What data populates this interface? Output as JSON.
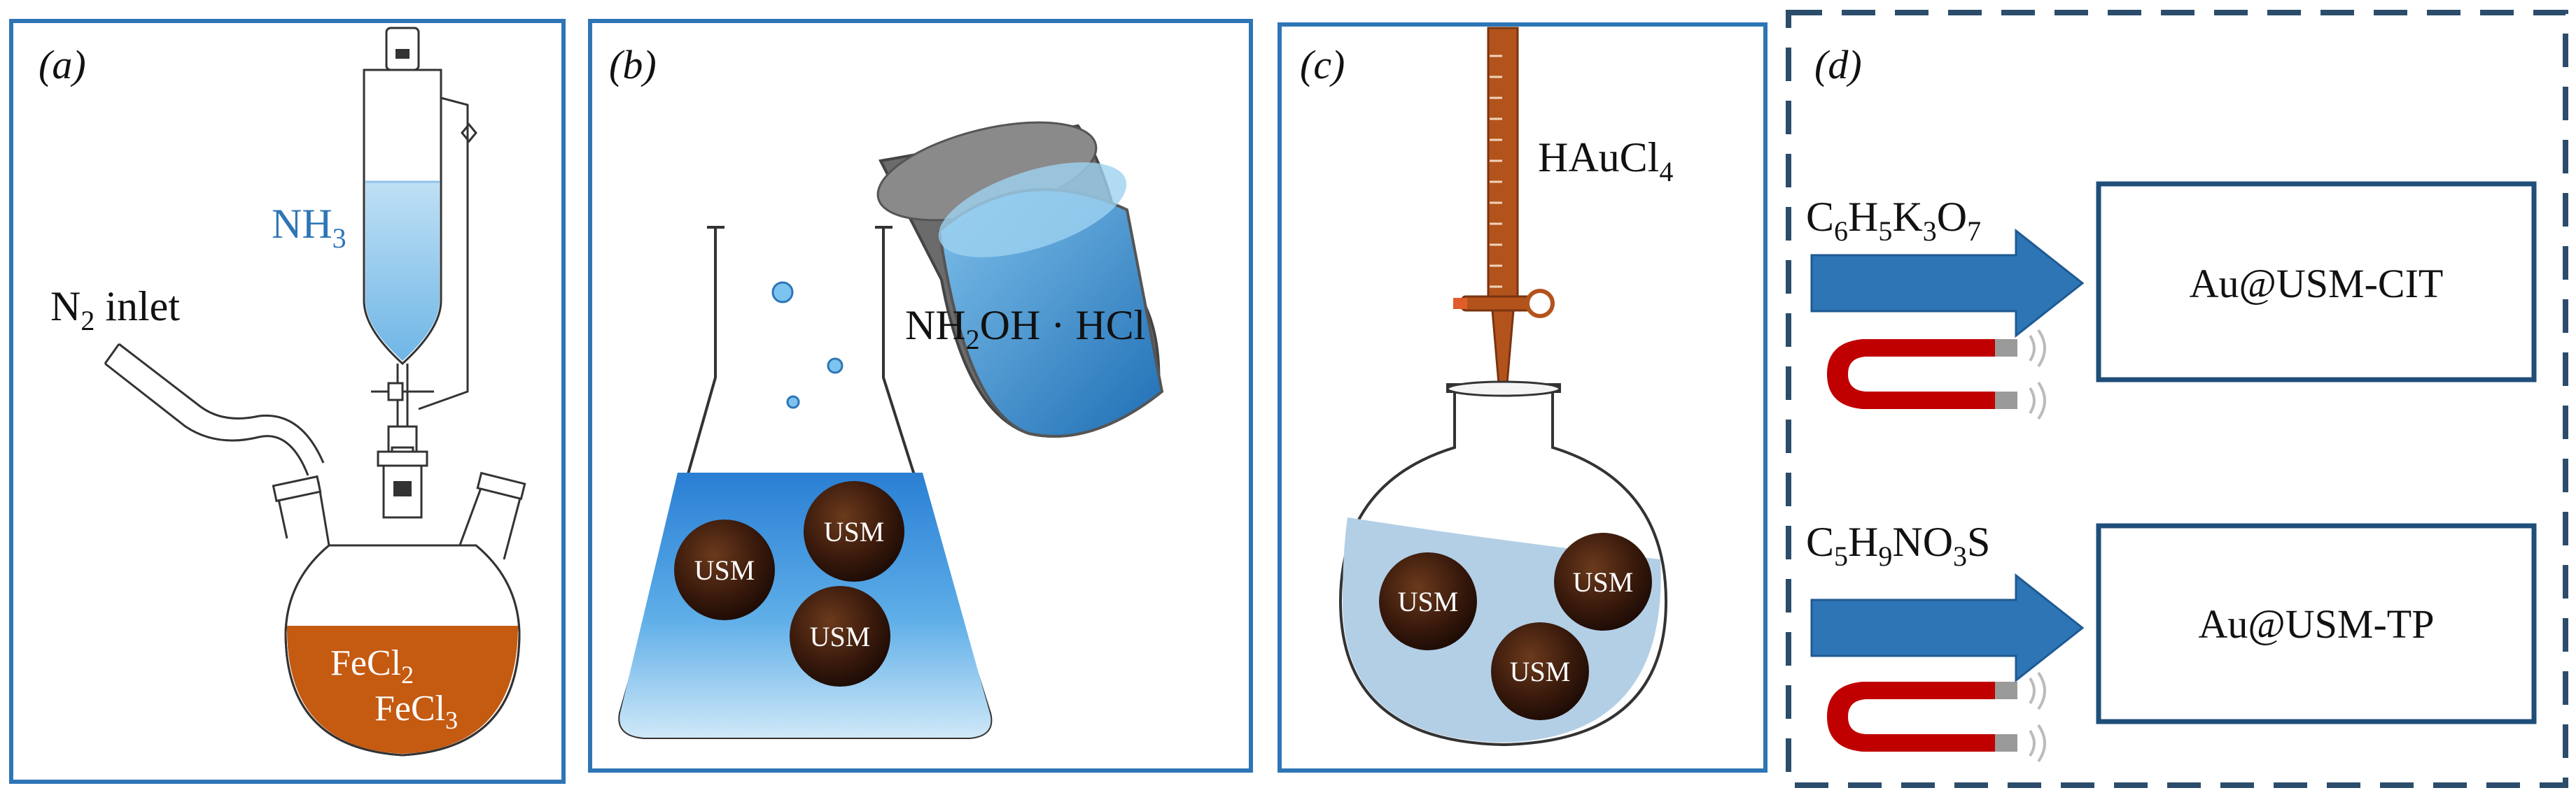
{
  "colors": {
    "panel_border": "#2e75b6",
    "dashed_border": "#2b4d6b",
    "arrow": "#2e75b6",
    "box_border": "#1f4e79",
    "ammonia_text": "#2e75b6",
    "iron_solution": "#c55a11",
    "blue_solution": "#2f8fd8",
    "usm_particle": "#3a1a0c",
    "burette": "#b3531c",
    "magnet": "#c00000"
  },
  "panels": {
    "a": {
      "letter": "(a)",
      "nh3": "NH",
      "nh3_sub": "3",
      "n2": "N",
      "n2_sub": "2",
      "n2_rest": " inlet",
      "fecl2": "FeCl",
      "fecl2_sub": "2",
      "fecl3": "FeCl",
      "fecl3_sub": "3"
    },
    "b": {
      "letter": "(b)",
      "reagent_a": "NH",
      "reagent_sub": "2",
      "reagent_b": "OH · HCl",
      "particles": [
        "USM",
        "USM",
        "USM"
      ]
    },
    "c": {
      "letter": "(c)",
      "reagent": "HAuCl",
      "reagent_sub": "4",
      "particles": [
        "USM",
        "USM",
        "USM"
      ]
    },
    "d": {
      "letter": "(d)",
      "reagent1": [
        {
          "t": "C",
          "s": false
        },
        {
          "t": "6",
          "s": true
        },
        {
          "t": "H",
          "s": false
        },
        {
          "t": "5",
          "s": true
        },
        {
          "t": "K",
          "s": false
        },
        {
          "t": "3",
          "s": true
        },
        {
          "t": "O",
          "s": false
        },
        {
          "t": "7",
          "s": true
        }
      ],
      "reagent2": [
        {
          "t": "C",
          "s": false
        },
        {
          "t": "5",
          "s": true
        },
        {
          "t": "H",
          "s": false
        },
        {
          "t": "9",
          "s": true
        },
        {
          "t": "NO",
          "s": false
        },
        {
          "t": "3",
          "s": true
        },
        {
          "t": "S",
          "s": false
        }
      ],
      "product1": "Au@USM-CIT",
      "product2": "Au@USM-TP"
    }
  }
}
